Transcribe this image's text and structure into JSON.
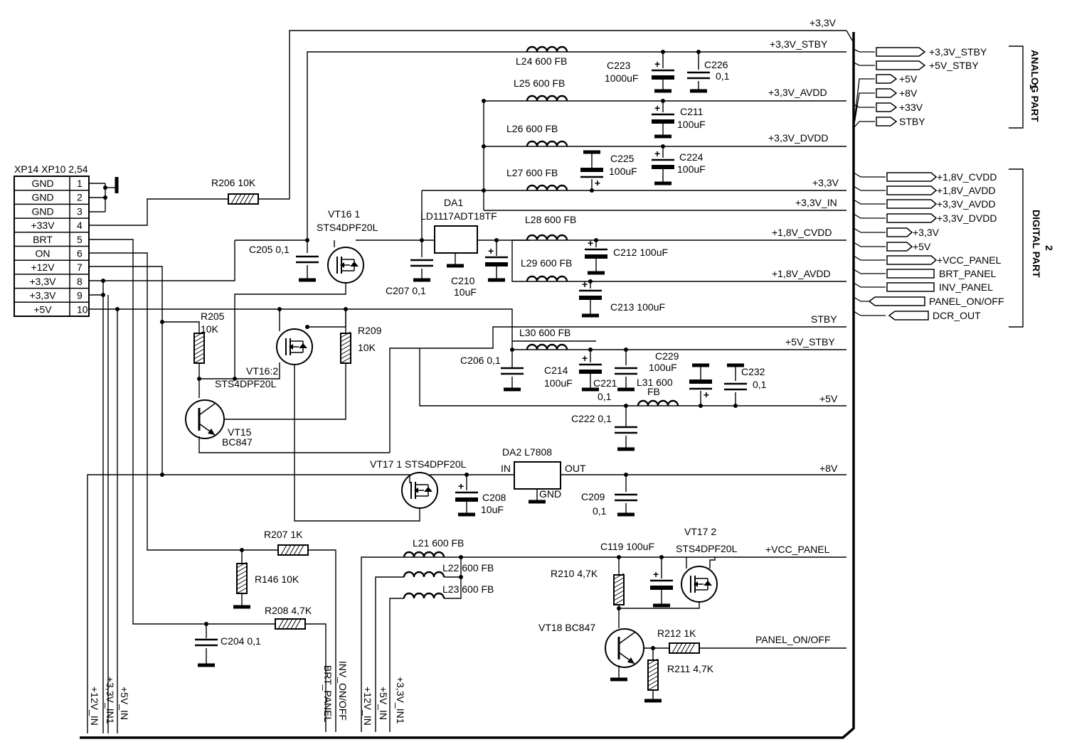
{
  "connector": {
    "title": "XP14 XP10 2,54",
    "pins": [
      {
        "name": "GND",
        "num": "1"
      },
      {
        "name": "GND",
        "num": "2"
      },
      {
        "name": "GND",
        "num": "3"
      },
      {
        "name": "+33V",
        "num": "4"
      },
      {
        "name": "BRT",
        "num": "5"
      },
      {
        "name": "ON",
        "num": "6"
      },
      {
        "name": "+12V",
        "num": "7"
      },
      {
        "name": "+3,3V",
        "num": "8"
      },
      {
        "name": "+3,3V",
        "num": "9"
      },
      {
        "name": "+5V",
        "num": "10"
      }
    ]
  },
  "rails": {
    "v33": "+3,3V",
    "v33_stby": "+3,3V_STBY",
    "v33_avdd": "+3,3V_AVDD",
    "v33_dvdd": "+3,3V_DVDD",
    "v33_in": "+3,3V_IN",
    "v18_cvdd": "+1,8V_CVDD",
    "v18_avdd": "+1,8V_AVDD",
    "stby": "STBY",
    "v5_stby": "+5V_STBY",
    "v5": "+5V",
    "v8": "+8V",
    "vcc_panel": "+VCC_PANEL",
    "panel_onoff": "PANEL_ON/OFF"
  },
  "components": {
    "l24": "L24 600 FB",
    "l25": "L25 600 FB",
    "l26": "L26 600 FB",
    "l27": "L27 600 FB",
    "l28": "L28 600 FB",
    "l29": "L29 600 FB",
    "l30": "L30 600 FB",
    "l31a": "L31 600",
    "l31b": "FB",
    "l21": "L21 600 FB",
    "l22": "L22 600 FB",
    "l23": "L23 600 FB",
    "c223a": "C223",
    "c223b": "1000uF",
    "c226a": "C226",
    "c226b": "0,1",
    "c211a": "C211",
    "c211b": "100uF",
    "c225a": "C225",
    "c225b": "100uF",
    "c224a": "C224",
    "c224b": "100uF",
    "c212": "C212 100uF",
    "c213": "C213 100uF",
    "c205": "C205 0,1",
    "c207": "C207 0,1",
    "c210a": "C210",
    "c210b": "10uF",
    "c206": "C206 0,1",
    "c214a": "C214",
    "c214b": "100uF",
    "c221a": "C221",
    "c221b": "0,1",
    "c229a": "C229",
    "c229b": "100uF",
    "c232a": "C232",
    "c232b": "0,1",
    "c222": "C222 0,1",
    "c208a": "C208",
    "c208b": "10uF",
    "c209a": "C209",
    "c209b": "0,1",
    "c119": "C119 100uF",
    "c204": "C204 0,1",
    "r206": "R206 10K",
    "r205a": "R205",
    "r205b": "10K",
    "r209a": "R209",
    "r209b": "10K",
    "r207": "R207 1K",
    "r146": "R146 10K",
    "r208": "R208 4,7K",
    "r210": "R210 4,7K",
    "r212": "R212 1K",
    "r211": "R211 4,7K",
    "vt16_1a": "VT16 1",
    "vt16_1b": "STS4DPF20L",
    "vt16_2a": "VT16:2",
    "vt16_2b": "STS4DPF20L",
    "vt15a": "VT15",
    "vt15b": "BC847",
    "vt17_1": "VT17 1 STS4DPF20L",
    "vt17_2a": "VT17 2",
    "vt17_2b": "STS4DPF20L",
    "vt18": "VT18 BC847",
    "da1a": "DA1",
    "da1b": "LD1117ADT18TF",
    "da2": "DA2 L7808",
    "da2_in": "IN",
    "da2_out": "OUT",
    "da2_gnd": "GND"
  },
  "outputs_analog": {
    "title_num": "1",
    "title": "ANALOG PART",
    "items": [
      "+3,3V_STBY",
      "+5V_STBY",
      "+5V",
      "+8V",
      "+33V",
      "STBY"
    ]
  },
  "outputs_digital": {
    "title_num": "2",
    "title": "DIGITAL PART",
    "items": [
      "+1,8V_CVDD",
      "+1,8V_AVDD",
      "+3,3V_AVDD",
      "+3,3V_DVDD",
      "+3,3V",
      "+5V",
      "+VCC_PANEL",
      "BRT_PANEL",
      "INV_PANEL",
      "PANEL_ON/OFF",
      "DCR_OUT"
    ]
  },
  "bottom_labels": {
    "b1": "+12V_IN",
    "b2": "+3,3V_IN1",
    "b3": "+5V_IN",
    "b4": "BRT_PANEL",
    "b5": "INV_ON/OFF",
    "b6": "+12V_IN",
    "b7": "+5V_IN",
    "b8": "+3,3V_IN1"
  }
}
